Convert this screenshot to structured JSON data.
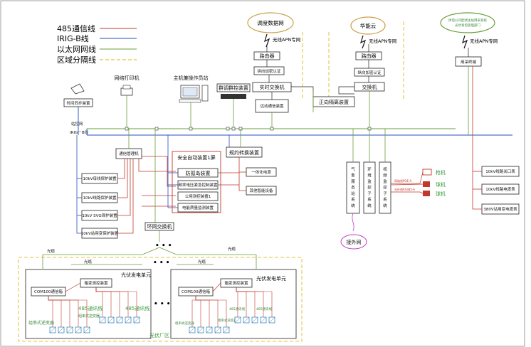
{
  "legend": {
    "items": [
      {
        "label": "485通信线",
        "color": "#c0392b",
        "dash": false
      },
      {
        "label": "IRIG-B线",
        "color": "#2a4cc0",
        "dash": false
      },
      {
        "label": "以太网网线",
        "color": "#6a9d3a",
        "dash": false
      },
      {
        "label": "区域分隔线",
        "color": "#e0b000",
        "dash": true
      }
    ]
  },
  "top": {
    "dispatch_cloud": "调度数据网",
    "huaneng_cloud": "华能云",
    "power_company": "供电公司配调主站用采系统\n光伏发电管理部门",
    "apn1": "无线APN专网",
    "apn2": "无线APN专网",
    "apn3": "无线APN专网",
    "router1": "路由器",
    "router2": "路由器",
    "vertical_auth1": "纵向加密认证",
    "vertical_auth2": "纵向加密认证",
    "realtime_switch": "实时交换机",
    "switch2": "交换机",
    "telecontrol": "远动通信装置",
    "forward_isolation": "正向隔离装置",
    "collection_terminal": "用采终端",
    "network_printer": "网络打印机",
    "host_workstation": "主机兼操作员站",
    "group_control": "群调群控装置",
    "time_sync": "时间同步装置",
    "station_layer": "站控网",
    "irig_b": "IRIG－B线"
  },
  "middle": {
    "comm_manager": "通信管理机",
    "safety_device": "安全自动装置1屏",
    "anti_island": "防孤岛装置",
    "freq_voltage": "频率电压紧急控制装置",
    "public_measure": "公用测控装置1",
    "power_quality": "电能质量监测装置",
    "protocol_converter": "规约转换装置",
    "integrated_power": "一体化电源",
    "other_devices": "其他智能设备",
    "bus_protection": "10kV母线保护装置",
    "line_protection": "10kV线路保护装置",
    "svg_protection": "10kV SVG保护装置",
    "station_transformer": "10kV站用变保护装置",
    "ring_switch": "环网交换机",
    "weather_station": "气象服务站系统",
    "env_monitor": "环境监控子系统",
    "video_monitor": "视频监控子系统",
    "external_network": "接外网",
    "gun_camera": "枪机",
    "dome_camera": "球机",
    "video_line1": "网络线POE-A",
    "video_line2": "光纤线RS485-A",
    "gateway_meter": "10kV线路关口表",
    "line_meter": "10kV线路电度表",
    "station_meter": "380V站用变电度表"
  },
  "bottom": {
    "pv_unit1": "光伏发电单元",
    "pv_unit2": "光伏发电单元",
    "box_transformer1": "箱变测控装置",
    "box_transformer2": "箱变测控装置",
    "com100_1": "COM100通信箱",
    "com100_2": "COM100通信箱",
    "rs485_1": "485通讯线",
    "rs485_2": "485通讯线",
    "rs485_3": "485通讯线",
    "rs485_4": "485通讯线",
    "inverter1": "组串式逆变器",
    "inverter2": "组串式逆变器",
    "inverter3": "组串式逆变器",
    "inverter4": "组串式逆变器",
    "fiber1": "光缆",
    "fiber2": "光缆",
    "fiber3": "光缆",
    "fiber4": "光缆",
    "pv_area": "光伏厂区",
    "dots": "• • •"
  }
}
